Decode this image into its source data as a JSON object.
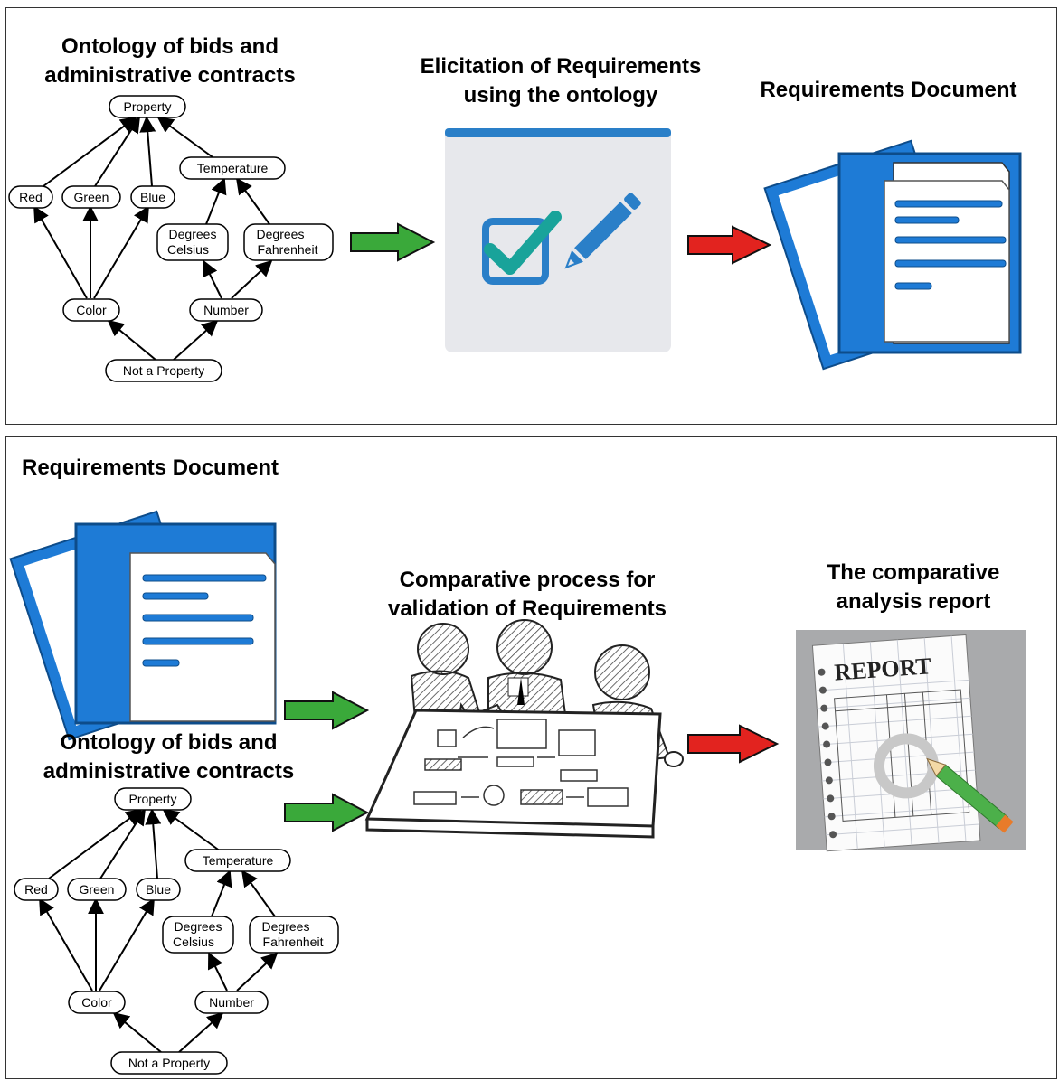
{
  "top": {
    "ontology_title_line1": "Ontology of bids and",
    "ontology_title_line2": "administrative contracts",
    "elicitation_title_line1": "Elicitation of Requirements",
    "elicitation_title_line2": "using the ontology",
    "requirements_title": "Requirements Document"
  },
  "bottom": {
    "requirements_title": "Requirements Document",
    "ontology_title_line1": "Ontology of bids and",
    "ontology_title_line2": "administrative contracts",
    "comparative_title_line1": "Comparative process for",
    "comparative_title_line2": "validation of Requirements",
    "report_title_line1": "The comparative",
    "report_title_line2": "analysis report",
    "report_paper_heading": "REPORT"
  },
  "ontology": {
    "property": "Property",
    "temperature": "Temperature",
    "red": "Red",
    "green": "Green",
    "blue": "Blue",
    "degrees_celsius_1": "Degrees",
    "degrees_celsius_2": "Celsius",
    "degrees_fahrenheit_1": "Degrees",
    "degrees_fahrenheit_2": "Fahrenheit",
    "color": "Color",
    "number": "Number",
    "not_a_property": "Not a Property"
  },
  "colors": {
    "arrow_green": "#3aa93a",
    "arrow_red": "#e2231f",
    "doc_blue": "#1e7bd6",
    "check_teal": "#19a39a",
    "pencil_blue": "#2a7fc8",
    "card_bg": "#e7e8ec",
    "card_top": "#2a7fc8"
  }
}
